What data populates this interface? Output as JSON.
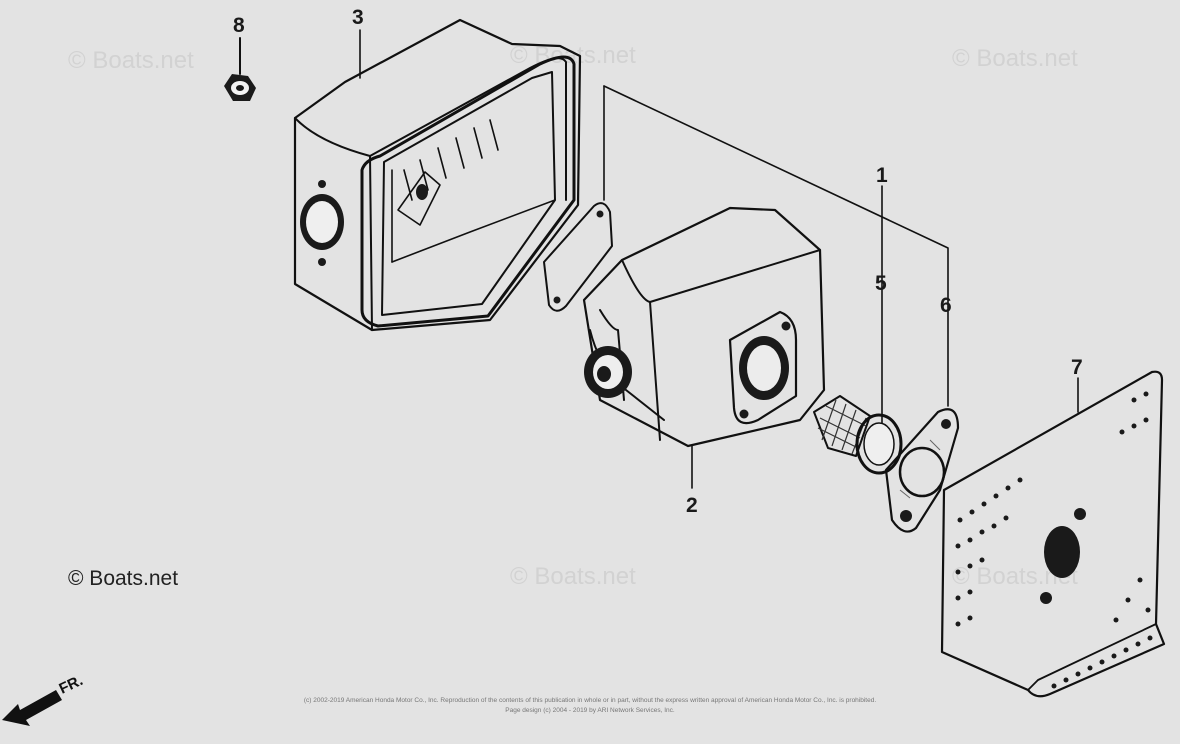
{
  "watermarks": {
    "wm1": "© Boats.net",
    "wm2": "© Boats.net",
    "wm3": "© Boats.net",
    "wm4": "© Boats.net",
    "wm5": "© Boats.net",
    "main": "© Boats.net"
  },
  "parts": {
    "p1": "1",
    "p2": "2",
    "p3": "3",
    "p5": "5",
    "p6": "6",
    "p7": "7",
    "p8": "8"
  },
  "direction": {
    "label": "FR."
  },
  "footer": {
    "line1": "(c) 2002-2019 American Honda Motor Co., Inc. Reproduction of the contents of this publication in whole or in part, without the express written approval of American Honda Motor Co., Inc. is prohibited.",
    "line2": "Page design (c) 2004 - 2019 by ARI Network Services, Inc."
  }
}
